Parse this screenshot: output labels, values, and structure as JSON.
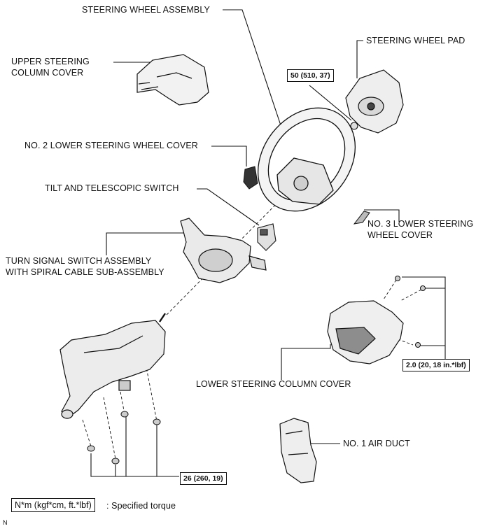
{
  "labels": {
    "steering_wheel_assembly": "STEERING WHEEL ASSEMBLY",
    "steering_wheel_pad": "STEERING WHEEL PAD",
    "upper_column_cover_1": "UPPER STEERING",
    "upper_column_cover_2": "COLUMN COVER",
    "no2_lower_cover": "NO. 2 LOWER STEERING WHEEL COVER",
    "tilt_switch": "TILT AND TELESCOPIC SWITCH",
    "no3_lower_cover_1": "NO. 3 LOWER STEERING",
    "no3_lower_cover_2": "WHEEL COVER",
    "turn_signal_1": "TURN SIGNAL SWITCH ASSEMBLY",
    "turn_signal_2": "WITH SPIRAL CABLE SUB-ASSEMBLY",
    "lower_column_cover": "LOWER STEERING COLUMN COVER",
    "air_duct": "NO. 1 AIR DUCT"
  },
  "torques": {
    "wheel_nut": "50 (510, 37)",
    "cover_screws": "2.0 (20, 18 in.*lbf)",
    "column_bolts": "26 (260, 19)"
  },
  "legend": {
    "units": "N*m (kgf*cm, ft.*lbf)",
    "meaning": ": Specified torque"
  },
  "corner_mark": "N"
}
